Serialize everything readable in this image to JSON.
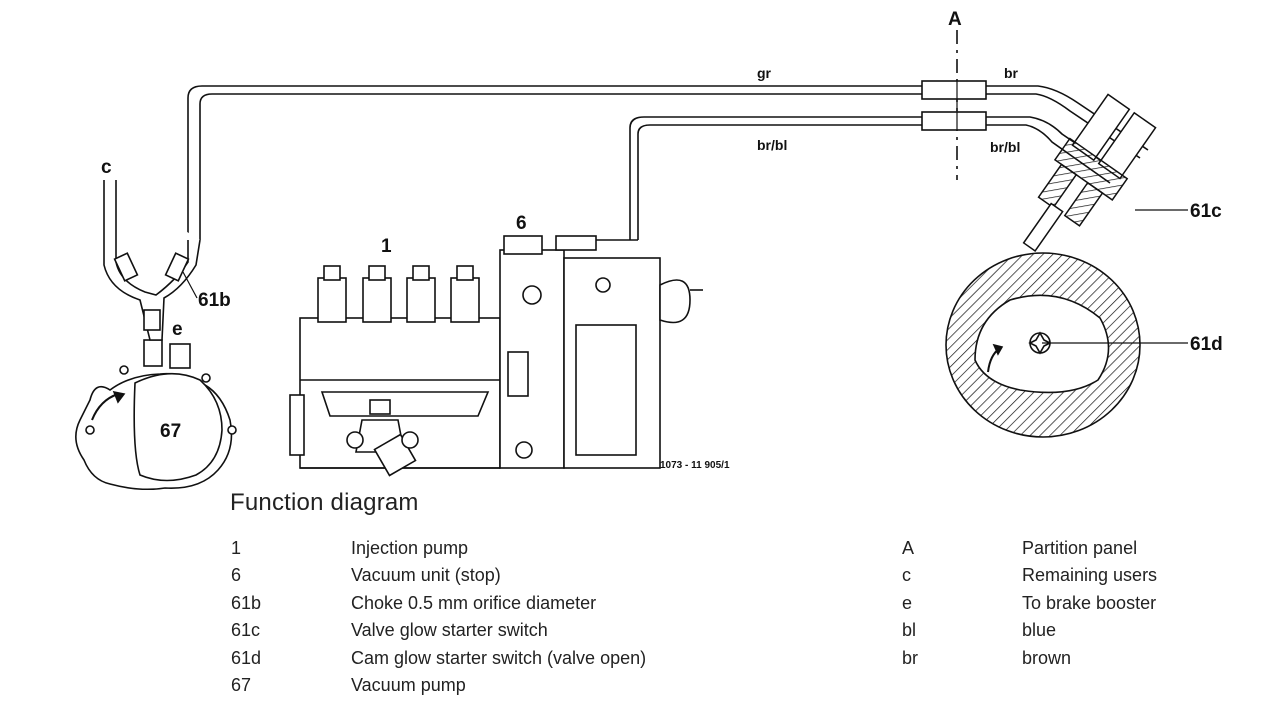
{
  "diagram": {
    "labels": {
      "A": "A",
      "c": "c",
      "e": "e",
      "gr": "gr",
      "br": "br",
      "br_bl_left": "br/bl",
      "br_bl_right": "br/bl",
      "n1": "1",
      "n6": "6",
      "n61b": "61b",
      "n61c": "61c",
      "n61d": "61d",
      "n67": "67",
      "ref": "1073 - 11 905/1"
    }
  },
  "title": "Function diagram",
  "legend_left": [
    {
      "code": "1",
      "desc": "Injection pump"
    },
    {
      "code": "6",
      "desc": "Vacuum unit (stop)"
    },
    {
      "code": "61b",
      "desc": "Choke 0.5 mm orifice diameter"
    },
    {
      "code": "61c",
      "desc": "Valve glow starter switch"
    },
    {
      "code": "61d",
      "desc": "Cam glow starter switch (valve open)"
    },
    {
      "code": "67",
      "desc": "Vacuum pump"
    }
  ],
  "legend_right": [
    {
      "code": "A",
      "desc": "Partition panel"
    },
    {
      "code": "c",
      "desc": "Remaining users"
    },
    {
      "code": "e",
      "desc": "To brake booster"
    },
    {
      "code": "bl",
      "desc": "blue"
    },
    {
      "code": "br",
      "desc": "brown"
    }
  ]
}
